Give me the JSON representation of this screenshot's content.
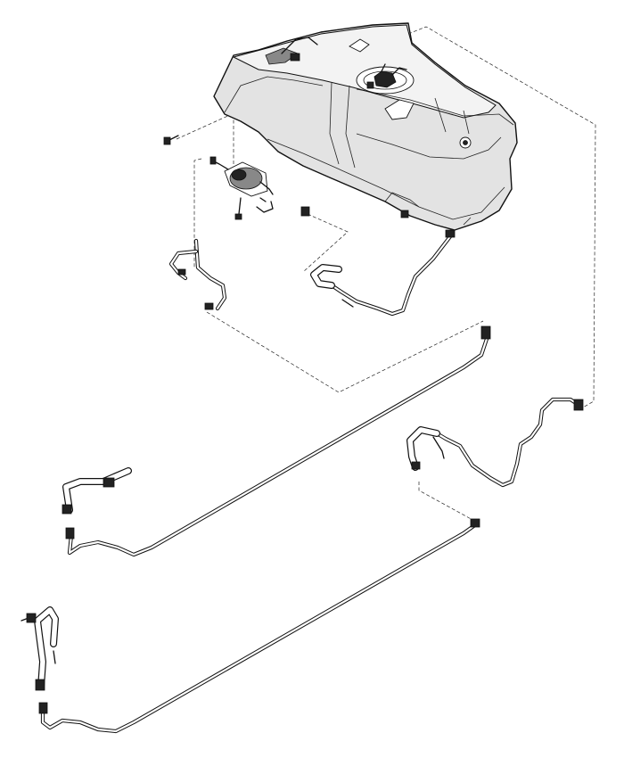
{
  "diagram": {
    "type": "exploded-parts-diagram",
    "subject_icons": [
      "fuel-tank",
      "fuel-pump-module",
      "fuel-filter",
      "fuel-line-clip",
      "fuel-lines"
    ]
  }
}
